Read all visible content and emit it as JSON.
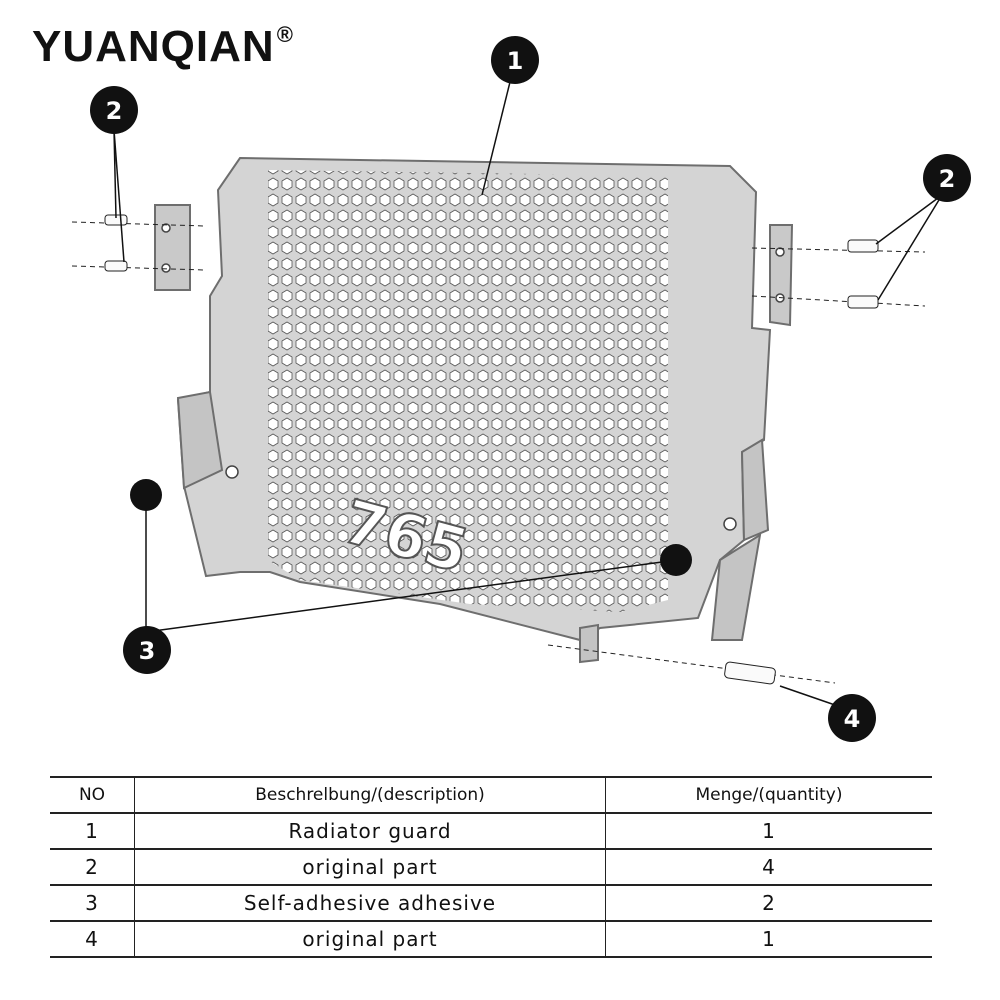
{
  "brand": {
    "name": "YUANQIAN",
    "mark": "®"
  },
  "guard": {
    "logo_text": "765"
  },
  "callouts": [
    "1",
    "2",
    "2",
    "3",
    "4"
  ],
  "table": {
    "headers": [
      "NO",
      "Beschrelbung/(description)",
      "Menge/(quantity)"
    ],
    "rows": [
      {
        "no": "1",
        "description": "Radiator guard",
        "quantity": "1"
      },
      {
        "no": "2",
        "description": "original part",
        "quantity": "4"
      },
      {
        "no": "3",
        "description": "Self-adhesive adhesive",
        "quantity": "2"
      },
      {
        "no": "4",
        "description": "original part",
        "quantity": "1"
      }
    ]
  },
  "colors": {
    "plate": "#cfcfcf",
    "plate_edge": "#6e6e6e",
    "callout": "#111111"
  }
}
